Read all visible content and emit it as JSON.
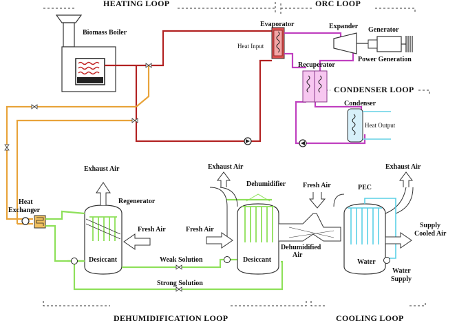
{
  "sections": {
    "heating_loop": "HEATING LOOP",
    "orc_loop": "ORC LOOP",
    "condenser_loop": "CONDENSER LOOP",
    "dehumidification_loop": "DEHUMIDIFICATION LOOP",
    "cooling_loop": "COOLING LOOP"
  },
  "components": {
    "biomass_boiler": "Biomass Boiler",
    "evaporator": "Evaporator",
    "heat_input": "Heat Input",
    "expander": "Expander",
    "generator": "Generator",
    "power_generation": "Power Generation",
    "recuperator": "Recuperator",
    "condenser": "Condenser",
    "heat_output": "Heat Output",
    "heat_exchanger": "Heat Exchanger",
    "regenerator": "Regenerator",
    "dehumidifier": "Dehumidifier",
    "pec": "PEC",
    "desiccant_regen": "Desiccant",
    "desiccant_dehum": "Desiccant",
    "water": "Water"
  },
  "flows": {
    "exhaust_air_1": "Exhaust Air",
    "exhaust_air_2": "Exhaust Air",
    "exhaust_air_3": "Exhaust Air",
    "fresh_air_1": "Fresh Air",
    "fresh_air_2": "Fresh Air",
    "fresh_air_3": "Fresh Air",
    "dehumidified_air": "Dehumidified Air",
    "supply_cooled_air": "Supply Cooled Air",
    "water_supply": "Water Supply",
    "weak_solution": "Weak Solution",
    "strong_solution": "Strong Solution"
  },
  "colors": {
    "heating_hot": "#b22222",
    "heating_return": "#e8a33a",
    "orc": "#c040c0",
    "condenser_water": "#7ad7e8",
    "solution": "#8ee05a",
    "pec_water": "#5ad0e6"
  }
}
